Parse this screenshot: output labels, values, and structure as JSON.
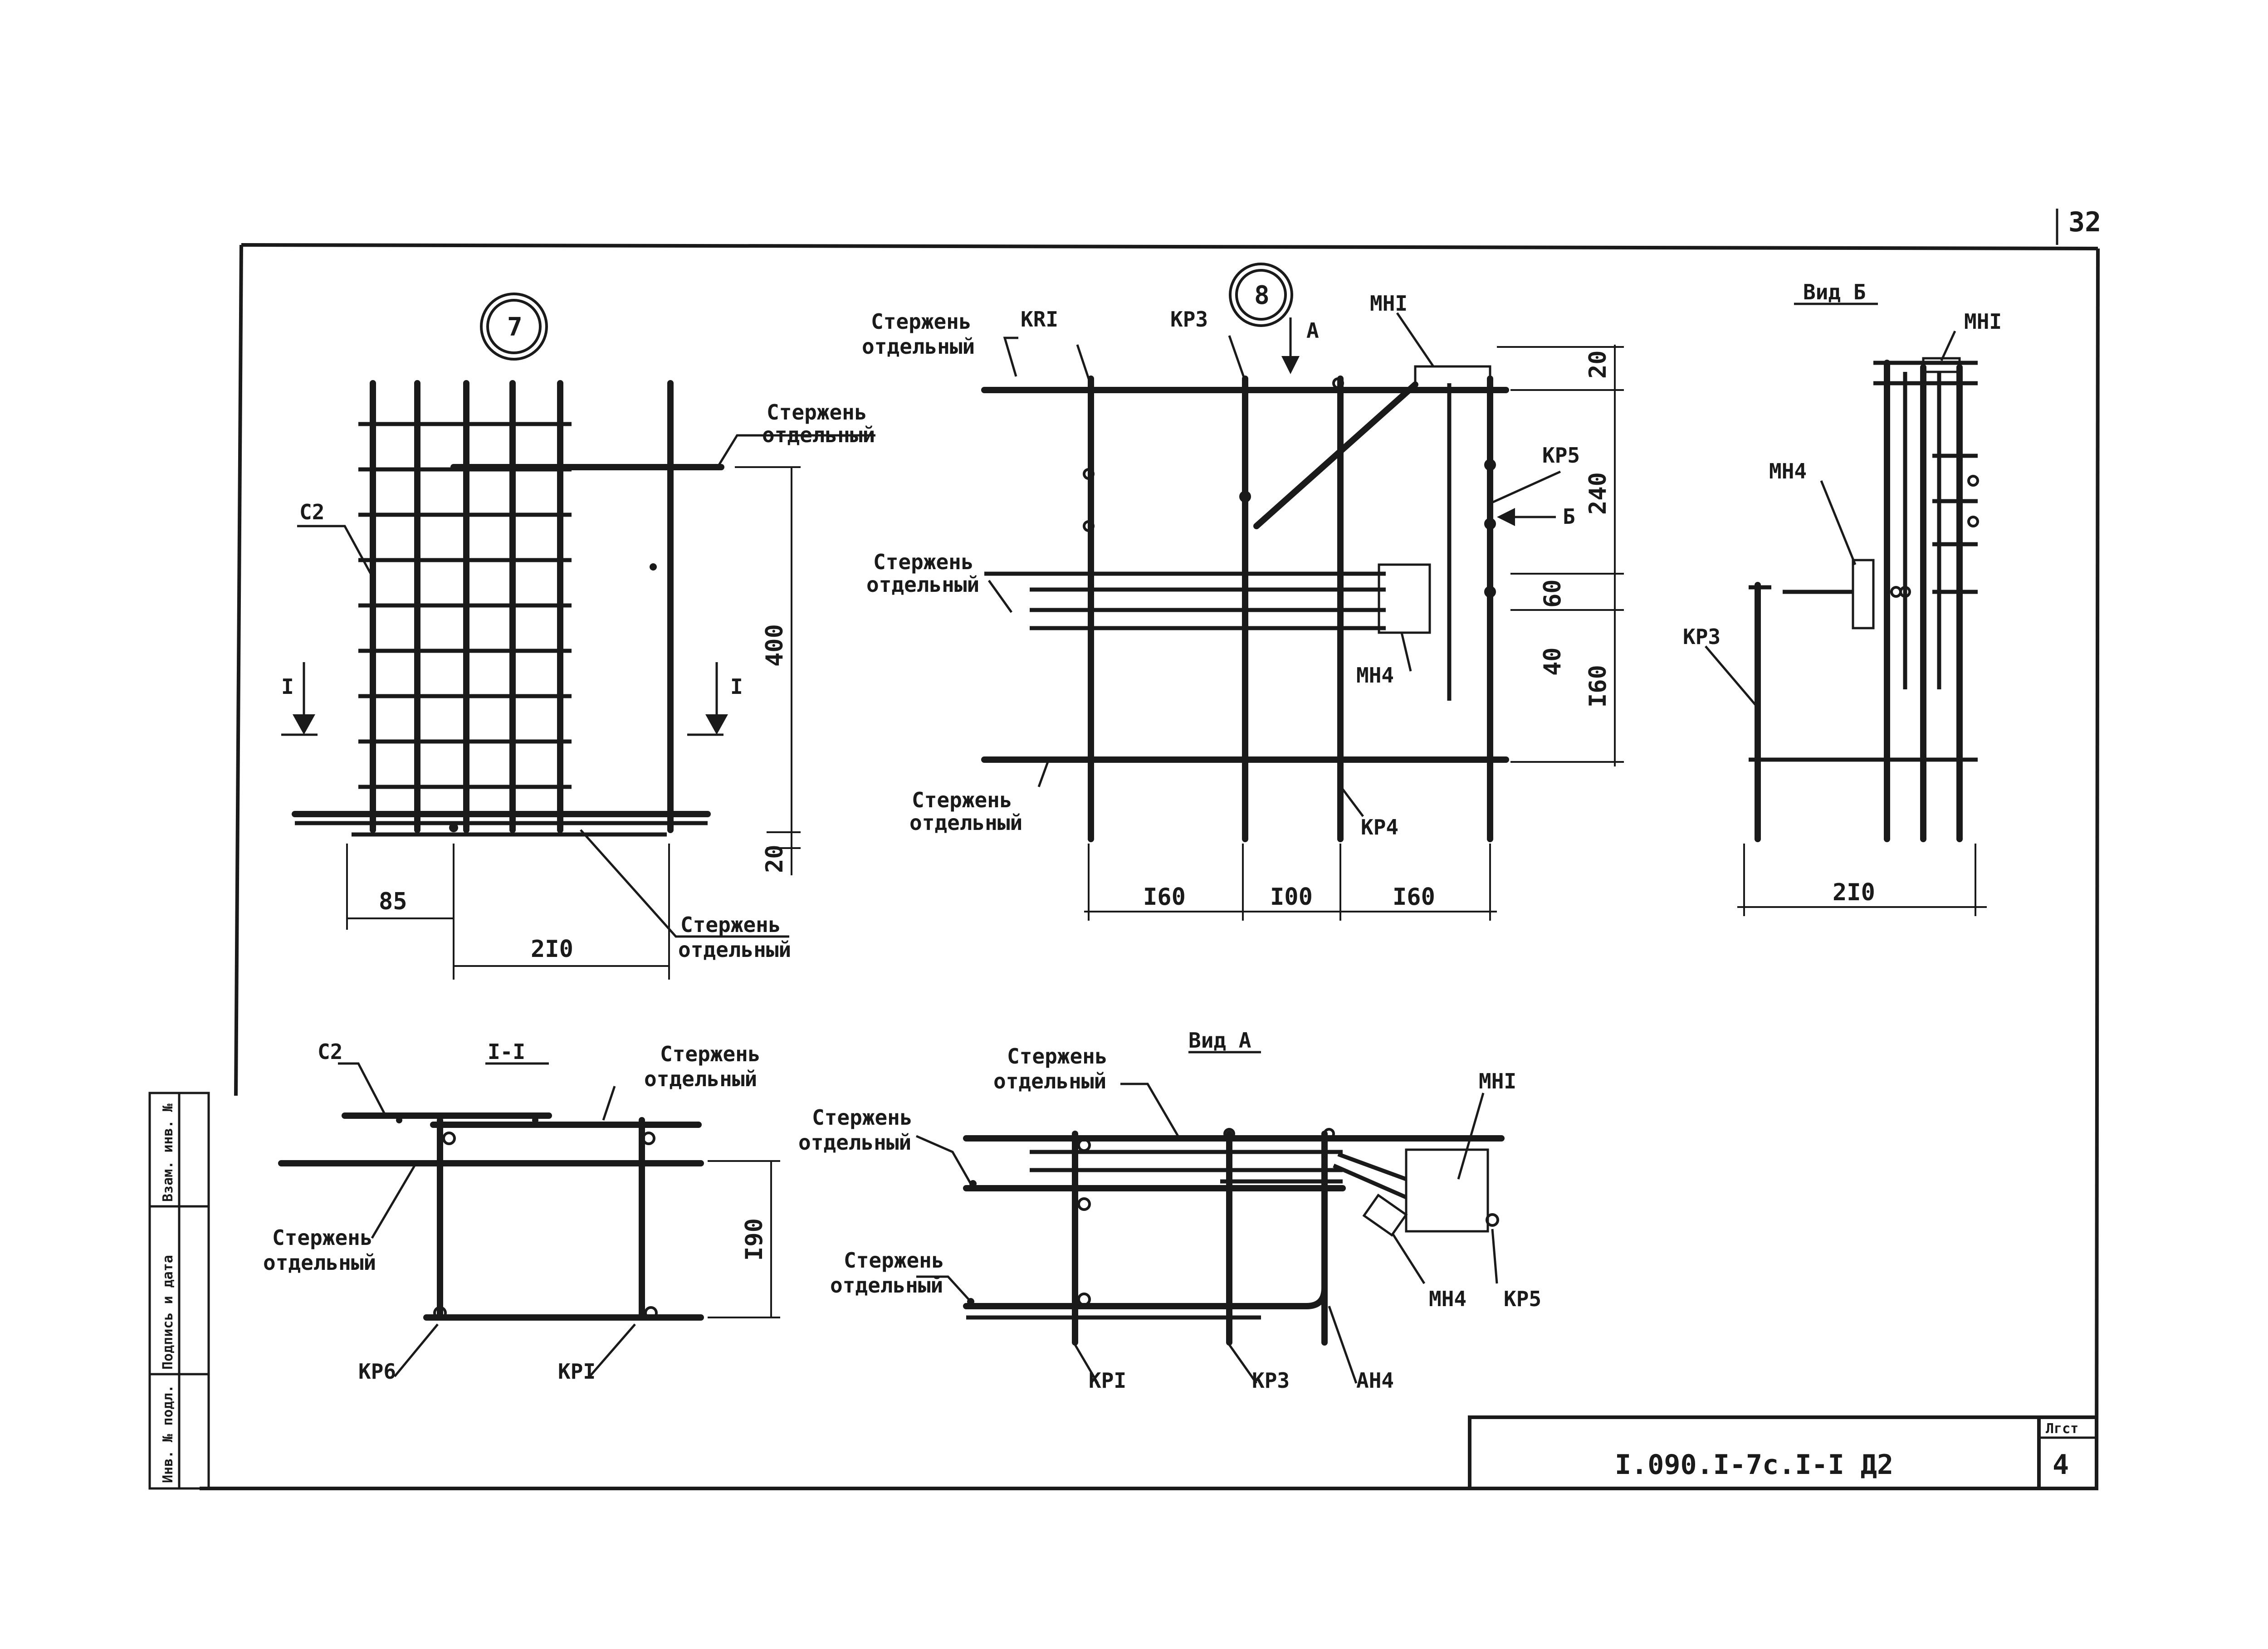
{
  "sheet_number": "32",
  "stamp": {
    "code": "I.090.I-7c.I-I Д2",
    "sheet_label": "Лгст",
    "sheet_value": "4"
  },
  "side_block": [
    "Инв. № подл.",
    "Подпись и дата",
    "Взам. инв. №"
  ],
  "view7": {
    "marker": "7",
    "labels": {
      "rod_top": [
        "Стержень",
        "отдельный"
      ],
      "c2": "С2",
      "rod_bottom": [
        "Стержень",
        "отдельный"
      ],
      "sec_left": "I",
      "sec_right": "I"
    },
    "dims": {
      "d400": "400",
      "d20": "20",
      "d85": "85",
      "d210": "2I0"
    }
  },
  "view8": {
    "marker": "8",
    "labels": {
      "rod1": [
        "Стержень",
        "отдельный"
      ],
      "kr1": "КRI",
      "kr3": "КР3",
      "arrowA": "А",
      "mn1": "МНI",
      "kr5": "КР5",
      "arrowB": "Б",
      "rod2": [
        "Стержень",
        "отдельный"
      ],
      "mn4": "МН4",
      "rod3": [
        "Стержень",
        "отдельный"
      ],
      "kr4": "КР4"
    },
    "dims": {
      "d20": "20",
      "d240": "240",
      "d60": "60",
      "d40": "40",
      "d160v": "I60",
      "d160a": "I60",
      "d100": "I00",
      "d160b": "I60"
    }
  },
  "viewB": {
    "title": "Вид Б",
    "labels": {
      "mn1": "МНI",
      "mn4": "МН4",
      "kr3": "КР3"
    },
    "dims": {
      "d210": "2I0"
    }
  },
  "sectionI": {
    "title": "I-I",
    "labels": {
      "c2": "С2",
      "rod1": [
        "Стержень",
        "отдельный"
      ],
      "rod2": [
        "Стержень",
        "отдельный"
      ],
      "kr6": "КР6",
      "kr1": "КРI"
    },
    "dims": {
      "d190": "I90"
    }
  },
  "viewA": {
    "title": "Вид А",
    "labels": {
      "rod1": [
        "Стержень",
        "отдельный"
      ],
      "rod2": [
        "Стержень",
        "отдельный"
      ],
      "rod3": [
        "Стержень",
        "отдельный"
      ],
      "mn1": "МНI",
      "mn4": "МН4",
      "kr5": "КР5",
      "kr1": "КРI",
      "kr3": "КР3",
      "an4": "АН4"
    }
  }
}
